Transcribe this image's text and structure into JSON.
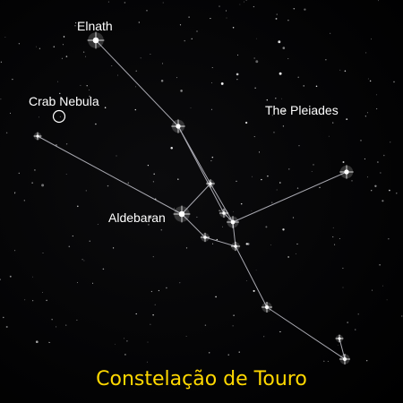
{
  "labels": {
    "elnath": "Elnath",
    "crab_nebula": "Crab Nebula",
    "pleiades": "The Pleiades",
    "aldebaran": "Aldebaran"
  },
  "caption": "Constelação de Touro",
  "colors": {
    "background": "#000000",
    "lines": "#a8a8b0",
    "stars": "#ffffff",
    "labels": "#ffffff",
    "caption": "#ffd800"
  }
}
